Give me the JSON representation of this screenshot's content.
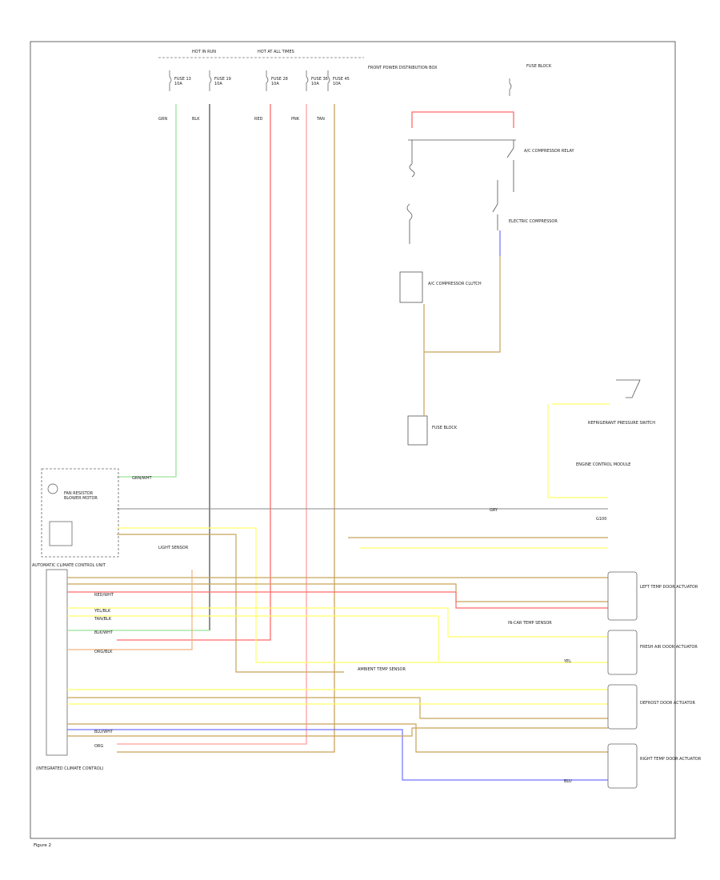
{
  "diagram": {
    "colors": {
      "green": "#9be39b",
      "black": "#555555",
      "red": "#ff6b6b",
      "pink": "#ff9f9f",
      "tan": "#c8a45a",
      "yellow": "#ffff66",
      "orange": "#f0b37e",
      "blue": "#7070ff",
      "gray": "#999999",
      "bus": "#888888",
      "border": "#666666"
    },
    "fuse_headers": {
      "left_box": "HOT IN RUN",
      "right_box": "HOT AT ALL TIMES"
    },
    "fuses": [
      {
        "name": "FUSE 13",
        "amp": "10A"
      },
      {
        "name": "FUSE 19",
        "amp": "10A"
      },
      {
        "name": "FUSE 28",
        "amp": "10A"
      },
      {
        "name": "FUSE 36",
        "amp": "10A"
      },
      {
        "name": "FUSE 45",
        "amp": "10A"
      }
    ],
    "components": {
      "fuse_box_note": "FRONT POWER DISTRIBUTION BOX",
      "fuse_block_note": "FUSE BLOCK",
      "compressor_relay": "A/C COMPRESSOR RELAY",
      "electric_compressor": "ELECTRIC COMPRESSOR",
      "compressor_clutch": "A/C COMPRESSOR CLUTCH",
      "fuse_block_bottom": "FUSE BLOCK",
      "pressure_switch": "REFRIGERANT PRESSURE SWITCH",
      "engine_module": "ENGINE CONTROL MODULE",
      "fan_resistor": "FAN RESISTOR",
      "blower_motor": "BLOWER MOTOR",
      "auto_climate": "AUTOMATIC CLIMATE CONTROL UNIT",
      "auto_climate_sub": "(INTEGRATED CLIMATE CONTROL)",
      "left_actuator": "LEFT TEMP DOOR ACTUATOR",
      "fresh_actuator": "FRESH AIR DOOR ACTUATOR",
      "defrost_actuator": "DEFROST DOOR ACTUATOR",
      "right_actuator": "RIGHT TEMP DOOR ACTUATOR",
      "sensor_light": "LIGHT SENSOR",
      "sensor_temp": "AMBIENT TEMP SENSOR",
      "sensor_in": "IN-CAR TEMP SENSOR",
      "ground": "G100"
    },
    "wire_labels": {
      "grn": "GRN",
      "blk": "BLK",
      "red": "RED",
      "pnk": "PNK",
      "tan": "TAN",
      "yel": "YEL",
      "org": "ORG",
      "blu": "BLU",
      "gry": "GRY",
      "grn_wht": "GRN/WHT",
      "red_wht": "RED/WHT",
      "yel_blk": "YEL/BLK",
      "tan_blk": "TAN/BLK",
      "blk_wht": "BLK/WHT",
      "org_blk": "ORG/BLK",
      "blu_wht": "BLU/WHT"
    },
    "figure_no": "Figure 2"
  }
}
